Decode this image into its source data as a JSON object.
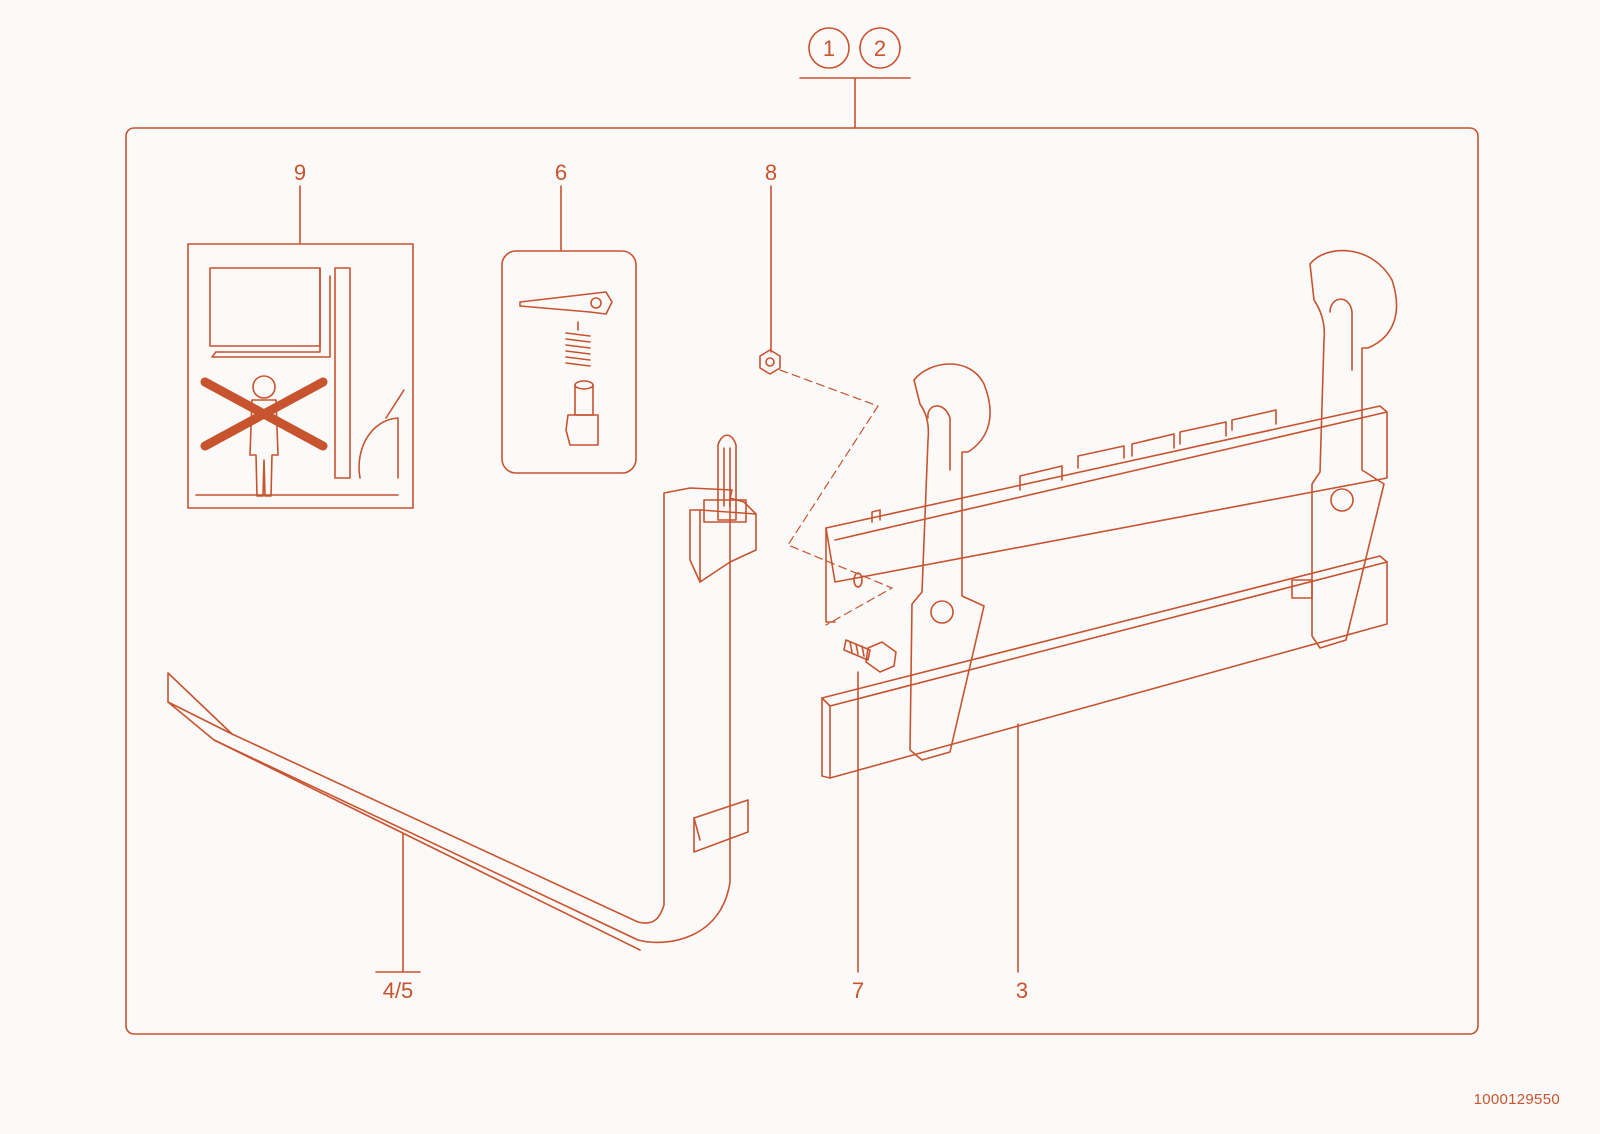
{
  "palette": {
    "stroke": "#c8532f",
    "background": "#fbfaf8",
    "warning_cross": "#c8532f"
  },
  "callouts": {
    "top": [
      "1",
      "2"
    ],
    "warning_sign": "9",
    "latch_kit": "6",
    "nut": "8",
    "fork": "4/5",
    "bolt": "7",
    "carriage": "3"
  },
  "icons": {
    "warning": "no-person-under-load-icon",
    "latch": "fork-latch-pin-spring-icon",
    "nut": "hex-nut-icon",
    "bolt": "hex-bolt-icon"
  },
  "doc_number": "1000129550"
}
